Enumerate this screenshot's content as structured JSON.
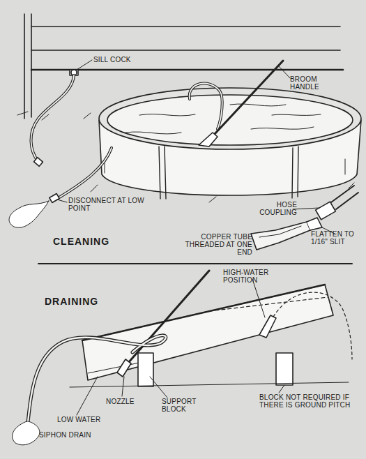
{
  "diagram": {
    "labels": [
      "SILL COCK",
      "BROOM HANDLE",
      "DISCONNECT AT LOW POINT",
      "HOSE COUPLING",
      "CLEANING",
      "COPPER TUBE THREADED AT ONE END",
      "FLATTEN TO 1/16\" SLIT",
      "DRAINING",
      "HIGH-WATER POSITION",
      "NOZZLE",
      "SUPPORT BLOCK",
      "BLOCK NOT REQUIRED IF THERE IS GROUND PITCH",
      "LOW WATER",
      "SIPHON DRAIN"
    ]
  }
}
